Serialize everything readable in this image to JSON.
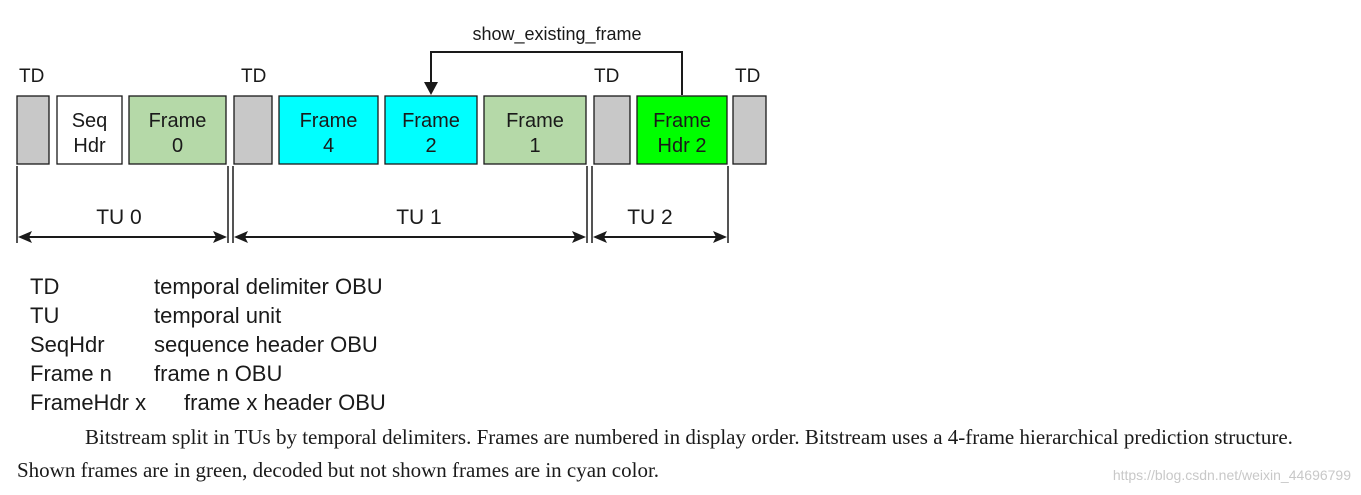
{
  "diagram": {
    "arrow_label": "show_existing_frame",
    "td_labels": [
      "TD",
      "TD",
      "TD",
      "TD"
    ],
    "boxes": [
      {
        "id": "td0",
        "line1": "",
        "line2": "",
        "fill": "#c8c8c8"
      },
      {
        "id": "seqhdr",
        "line1": "Seq",
        "line2": "Hdr",
        "fill": "#ffffff"
      },
      {
        "id": "frame0",
        "line1": "Frame",
        "line2": "0",
        "fill": "#b5d9a8"
      },
      {
        "id": "td1",
        "line1": "",
        "line2": "",
        "fill": "#c8c8c8"
      },
      {
        "id": "frame4",
        "line1": "Frame",
        "line2": "4",
        "fill": "#00ffff"
      },
      {
        "id": "frame2",
        "line1": "Frame",
        "line2": "2",
        "fill": "#00ffff"
      },
      {
        "id": "frame1",
        "line1": "Frame",
        "line2": "1",
        "fill": "#b5d9a8"
      },
      {
        "id": "td2",
        "line1": "",
        "line2": "",
        "fill": "#c8c8c8"
      },
      {
        "id": "framehdr2",
        "line1": "Frame",
        "line2": "Hdr 2",
        "fill": "#00ff00"
      },
      {
        "id": "td3",
        "line1": "",
        "line2": "",
        "fill": "#c8c8c8"
      }
    ],
    "tu_labels": [
      "TU 0",
      "TU 1",
      "TU 2"
    ]
  },
  "legend": [
    {
      "term": "TD",
      "definition": "temporal delimiter OBU"
    },
    {
      "term": "TU",
      "definition": "temporal unit"
    },
    {
      "term": "SeqHdr",
      "definition": "sequence header OBU"
    },
    {
      "term": "Frame n",
      "definition": "frame n OBU"
    },
    {
      "term": "FrameHdr x",
      "definition": "frame x header OBU"
    }
  ],
  "caption": "Bitstream split in TUs by temporal delimiters. Frames are numbered in display order. Bitstream uses a 4-frame hierarchical prediction structure. Shown frames are in green, decoded but not shown frames are in cyan color.",
  "watermark": "https://blog.csdn.net/weixin_44696799"
}
